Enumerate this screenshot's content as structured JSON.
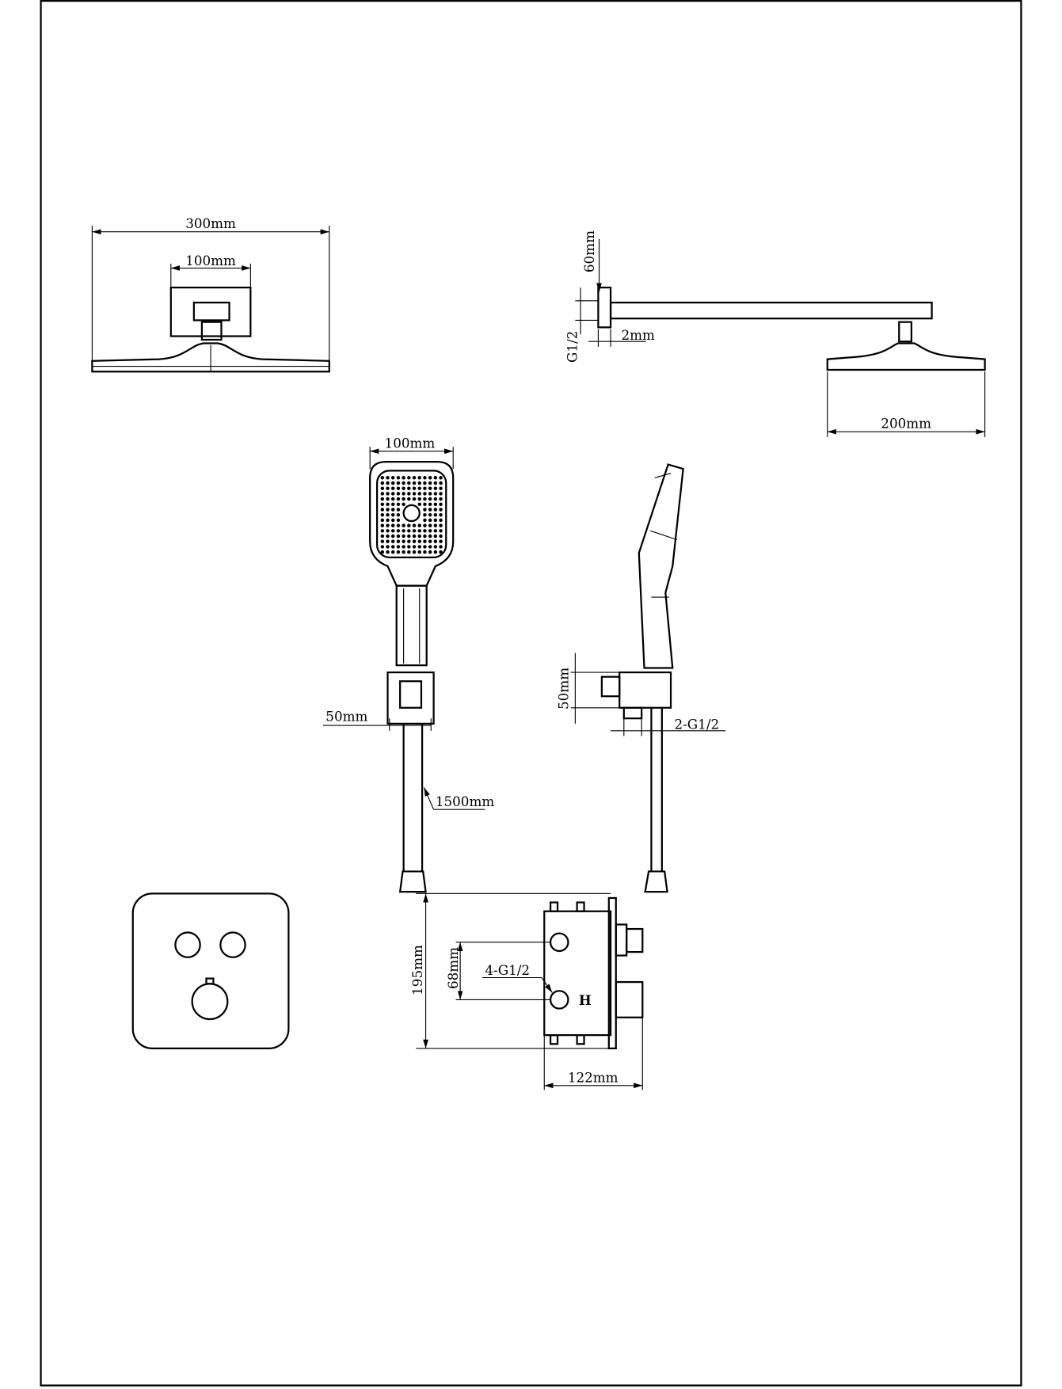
{
  "drawing": {
    "overhead_front": {
      "width_label": "300mm",
      "arm_plate_label": "100mm"
    },
    "overhead_side": {
      "height_label": "60mm",
      "thread_label": "G1/2",
      "gap_label": "2mm",
      "head_depth_label": "200mm"
    },
    "hand_shower_front": {
      "head_width_label": "100mm",
      "holder_label": "50mm",
      "hose_label": "1500mm"
    },
    "hand_shower_side": {
      "holder_height_label": "50mm",
      "outlet_label": "2-G1/2"
    },
    "valve": {
      "height_label": "195mm",
      "spacing_label": "68mm",
      "ports_label": "4-G1/2",
      "depth_label": "122mm",
      "hot_mark": "H"
    }
  }
}
